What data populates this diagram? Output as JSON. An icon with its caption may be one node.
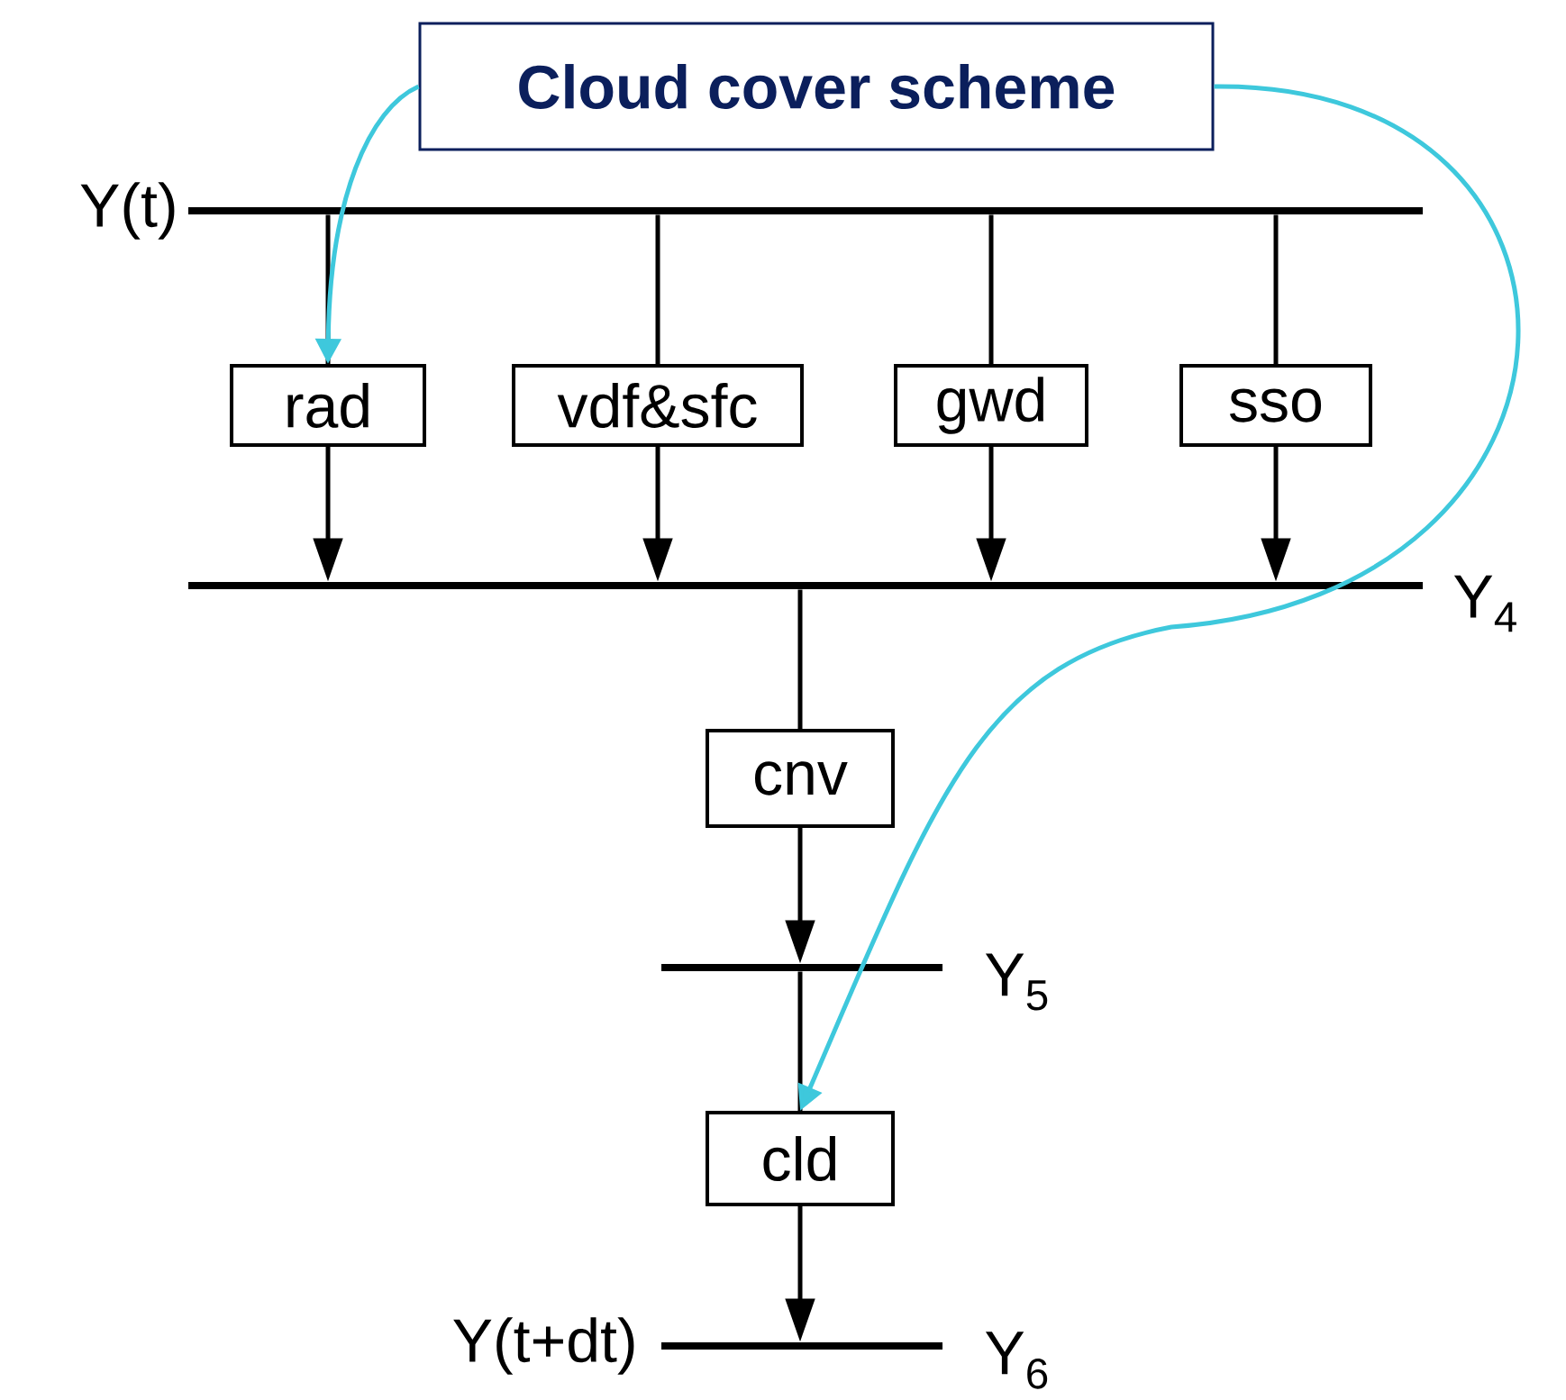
{
  "diagram": {
    "nodes": [
      {
        "text": [
          "Cloud cover scheme"
        ]
      },
      {
        "text": [],
        "shape": "bar",
        "beside": [
          "Y(t)"
        ]
      },
      {
        "text": [
          "rad"
        ]
      },
      {
        "text": [
          "vdf&sfc"
        ]
      },
      {
        "text": [
          "gwd"
        ]
      },
      {
        "text": [
          "sso"
        ]
      },
      {
        "text": [],
        "shape": "bar",
        "beside": [
          "Y$_{4}$"
        ]
      },
      {
        "text": [
          "cnv"
        ]
      },
      {
        "text": [],
        "shape": "bar",
        "beside": [
          "Y$_{5}$"
        ]
      },
      {
        "text": [
          "cld"
        ]
      },
      {
        "text": [],
        "shape": "bar",
        "beside": [
          "Y(t+dt)",
          "Y$_{6}$"
        ]
      }
    ],
    "edges": [
      {
        "from": 1,
        "to": 2,
        "arrow": "none"
      },
      {
        "from": 1,
        "to": 3,
        "arrow": "none"
      },
      {
        "from": 1,
        "to": 4,
        "arrow": "none"
      },
      {
        "from": 1,
        "to": 5,
        "arrow": "none"
      },
      {
        "from": 2,
        "to": 6,
        "arrow": "to"
      },
      {
        "from": 3,
        "to": 6,
        "arrow": "to"
      },
      {
        "from": 4,
        "to": 6,
        "arrow": "to"
      },
      {
        "from": 5,
        "to": 6,
        "arrow": "to"
      },
      {
        "from": 6,
        "to": 7,
        "arrow": "none"
      },
      {
        "from": 7,
        "to": 8,
        "arrow": "to"
      },
      {
        "from": 8,
        "to": 9,
        "arrow": "none"
      },
      {
        "from": 9,
        "to": 10,
        "arrow": "to"
      },
      {
        "from": 0,
        "to": 2,
        "arrow": "to",
        "color": "#3ec8dc"
      },
      {
        "from": 0,
        "to": 9,
        "arrow": "to",
        "color": "#3ec8dc"
      }
    ]
  }
}
